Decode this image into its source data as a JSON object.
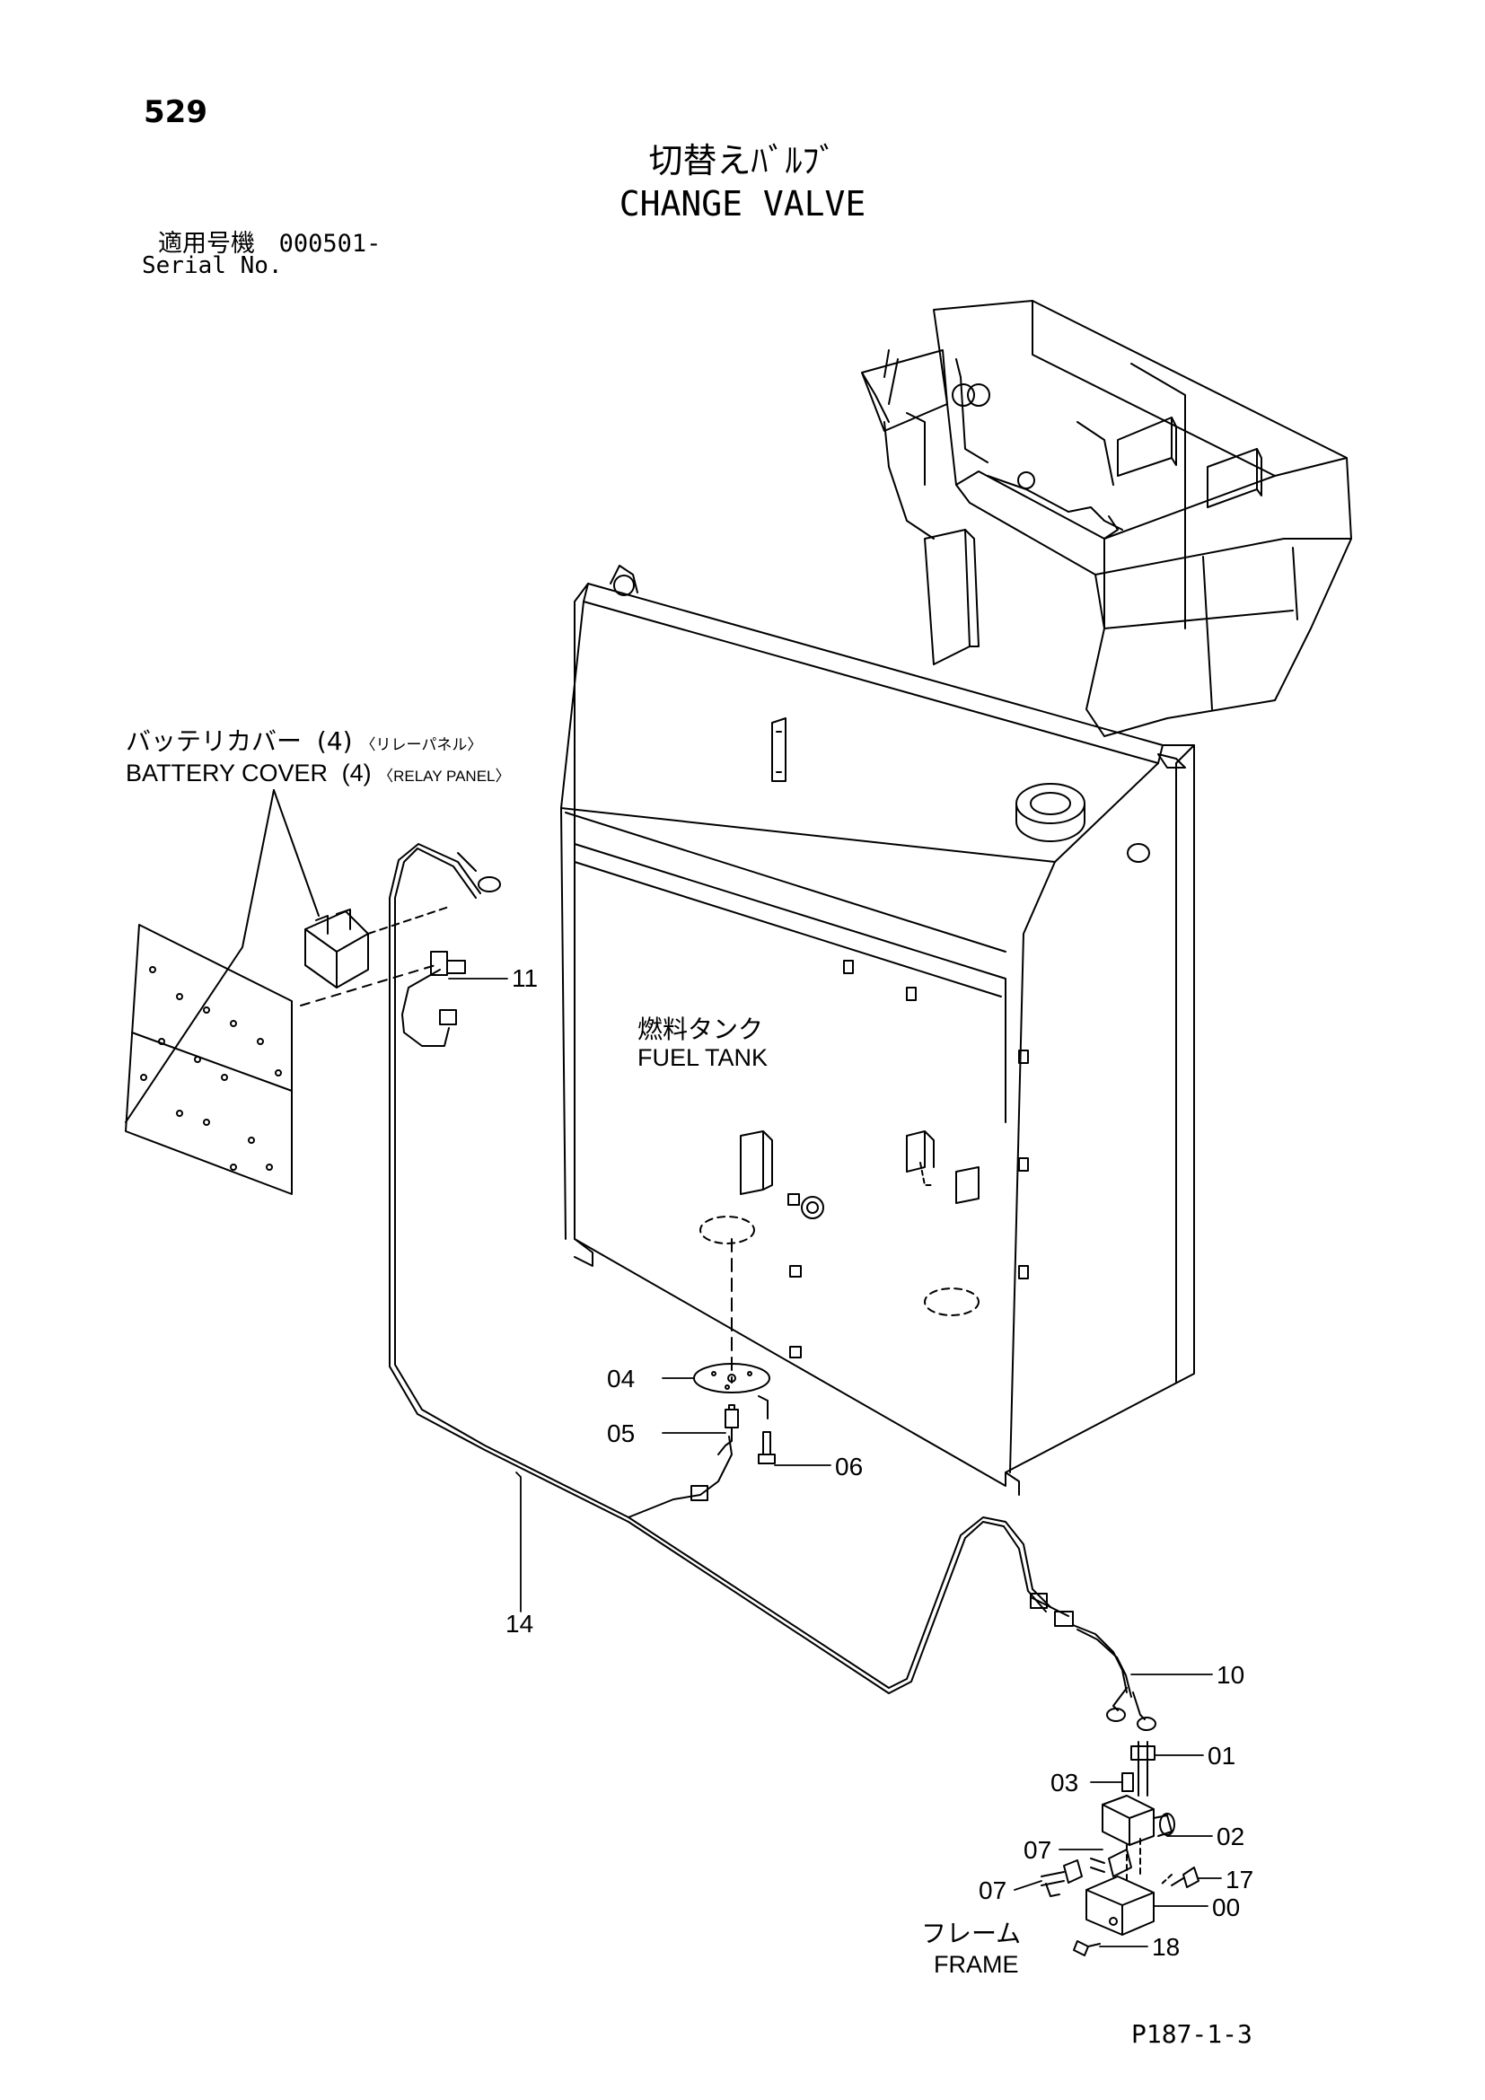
{
  "page_number": "529",
  "title": {
    "jp": "切替えﾊﾞﾙﾌﾞ",
    "en": "CHANGE VALVE"
  },
  "serial": {
    "jp": "適用号機",
    "value": "000501-",
    "en": "Serial No."
  },
  "labels": {
    "battery_cover_jp": "バッテリカバー",
    "battery_cover_jp_qty": "(4)",
    "battery_cover_jp_note": "〈リレーパネル〉",
    "battery_cover_en": "BATTERY COVER",
    "battery_cover_en_qty": "(4)",
    "battery_cover_en_note": "〈RELAY PANEL〉",
    "fuel_tank_jp": "燃料タンク",
    "fuel_tank_en": "FUEL TANK",
    "frame_jp": "フレーム",
    "frame_en": "FRAME"
  },
  "callouts": {
    "p11": "11",
    "p04": "04",
    "p05": "05",
    "p06": "06",
    "p14": "14",
    "p10": "10",
    "p01": "01",
    "p03": "03",
    "p02": "02",
    "p07a": "07",
    "p07b": "07",
    "p17": "17",
    "p00": "00",
    "p18": "18"
  },
  "footer_code": "P187-1-3"
}
